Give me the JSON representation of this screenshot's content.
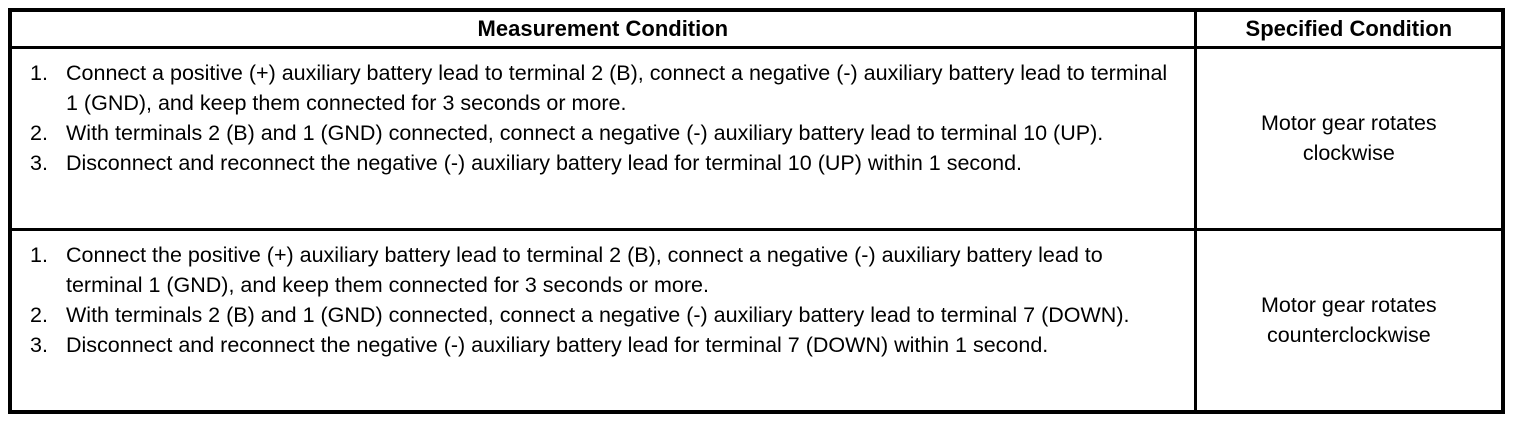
{
  "table": {
    "headers": {
      "measurement": "Measurement Condition",
      "specified": "Specified Condition"
    },
    "rows": [
      {
        "steps": [
          {
            "number": "1.",
            "text": "Connect a positive (+) auxiliary battery lead to terminal 2 (B), connect a negative (-) auxiliary battery lead to terminal 1 (GND), and keep them connected for 3 seconds or more."
          },
          {
            "number": "2.",
            "text": "With terminals 2 (B) and 1 (GND) connected, connect a negative (-) auxiliary battery lead to terminal 10 (UP)."
          },
          {
            "number": "3.",
            "text": "Disconnect and reconnect the negative (-) auxiliary battery lead for terminal 10 (UP) within 1 second."
          }
        ],
        "specified": {
          "line1": "Motor gear rotates",
          "line2": "clockwise"
        }
      },
      {
        "steps": [
          {
            "number": "1.",
            "text": "Connect the positive (+) auxiliary battery lead to terminal 2 (B), connect a negative (-) auxiliary battery lead to terminal 1 (GND), and keep them connected for 3 seconds or more."
          },
          {
            "number": "2.",
            "text": "With terminals 2 (B) and 1 (GND) connected, connect a negative (-) auxiliary battery lead to terminal 7 (DOWN)."
          },
          {
            "number": "3.",
            "text": "Disconnect and reconnect the negative (-) auxiliary battery lead for terminal 7 (DOWN) within 1 second."
          }
        ],
        "specified": {
          "line1": "Motor gear rotates",
          "line2": "counterclockwise"
        }
      }
    ]
  },
  "colors": {
    "ink": "#000000",
    "paper": "#ffffff"
  }
}
